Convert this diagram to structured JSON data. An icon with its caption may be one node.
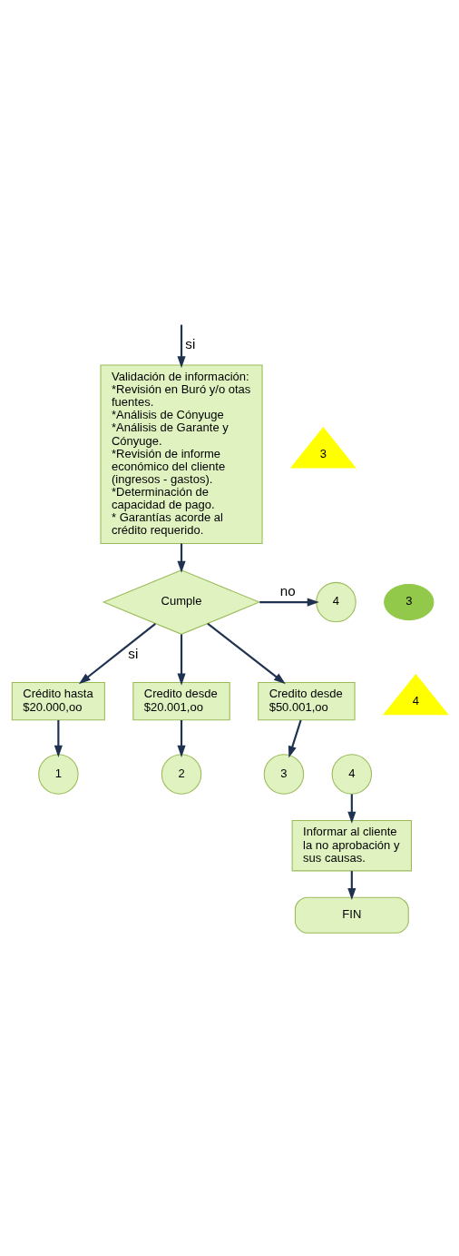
{
  "diagram": {
    "nodes": [
      {
        "text": [
          "Validación de información:",
          "*Revisión en Buró y/o otas fuentes.",
          "*Análisis de Cónyuge",
          "*Análisis de Garante y Cónyuge.",
          "*Revisión de informe económico del cliente (ingresos - gastos).",
          "*Determinación de capacidad de pago.",
          "* Garantías acorde al crédito requerido."
        ]
      },
      {
        "text": [
          "3"
        ]
      },
      {
        "text": [
          "3"
        ]
      },
      {
        "text": [
          "Cumple"
        ]
      },
      {
        "text": [
          "4"
        ]
      },
      {
        "text": [
          "Crédito hasta $20.000,oo"
        ]
      },
      {
        "text": [
          "1"
        ]
      },
      {
        "text": [
          "4"
        ]
      },
      {
        "text": [
          "Credito desde $20.001,oo"
        ]
      },
      {
        "text": [
          "2"
        ]
      },
      {
        "text": [
          "Credito desde $50.001,oo"
        ]
      },
      {
        "text": [
          "3"
        ]
      },
      {
        "text": [
          "4"
        ]
      },
      {
        "text": [
          "Informar al cliente la no aprobación y sus causas."
        ]
      },
      {
        "text": [
          "FIN"
        ]
      }
    ],
    "edges": [
      {
        "from": null,
        "to": 0,
        "arrow": "to",
        "label": "si"
      },
      {
        "from": 0,
        "to": 3,
        "arrow": "to"
      },
      {
        "from": 3,
        "to": 4,
        "arrow": "to",
        "label": "no"
      },
      {
        "from": 3,
        "to": 5,
        "arrow": "to",
        "label": "si"
      },
      {
        "from": 3,
        "to": 8,
        "arrow": "to"
      },
      {
        "from": 3,
        "to": 10,
        "arrow": "to"
      },
      {
        "from": 5,
        "to": 6,
        "arrow": "to"
      },
      {
        "from": 8,
        "to": 9,
        "arrow": "to"
      },
      {
        "from": 10,
        "to": 11,
        "arrow": "to"
      },
      {
        "from": 12,
        "to": 13,
        "arrow": "to"
      },
      {
        "from": 13,
        "to": 14,
        "arrow": "to"
      }
    ]
  }
}
